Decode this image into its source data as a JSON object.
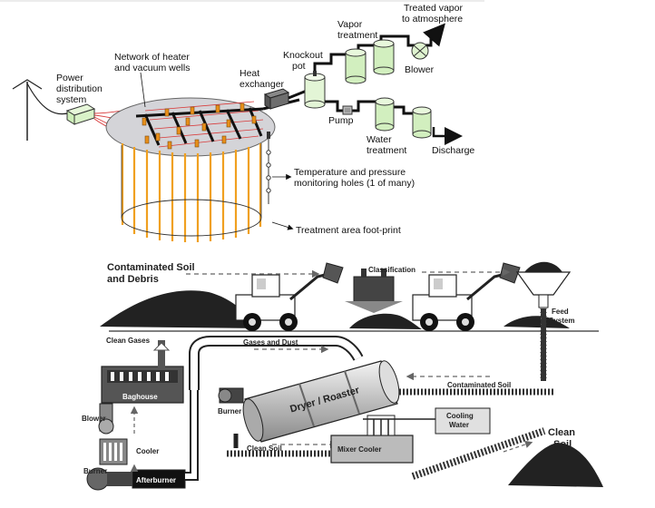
{
  "top_diagram": {
    "labels": {
      "power": [
        "Power",
        "distribution",
        "system"
      ],
      "network": [
        "Network of heater",
        "and vacuum wells"
      ],
      "heat_exchanger": [
        "Heat",
        "exchanger"
      ],
      "knockout": [
        "Knockout",
        "pot"
      ],
      "vapor_treatment": [
        "Vapor",
        "treatment"
      ],
      "treated_vapor": [
        "Treated vapor",
        "to atmosphere"
      ],
      "blower": "Blower",
      "pump": "Pump",
      "water_treatment": [
        "Water",
        "treatment"
      ],
      "discharge": "Discharge",
      "monitoring": [
        "Temperature and pressure",
        "monitoring holes (1 of many)"
      ],
      "footprint": "Treatment area foot-print"
    }
  },
  "bottom_diagram": {
    "labels": {
      "contaminated": [
        "Contaminated Soil",
        "and Debris"
      ],
      "classification": "Classification",
      "feed": [
        "Feed",
        "System"
      ],
      "clean_gases": "Clean Gases",
      "gases_dust": "Gases and Dust",
      "baghouse": "Baghouse",
      "blower": "Blower",
      "cooler": "Cooler",
      "burner1": "Burner",
      "afterburner": "Afterburner",
      "dryer": "Dryer / Roaster",
      "burner2": "Burner",
      "contaminated_soil": "Contaminated Soil",
      "cooling_water": [
        "Cooling",
        "Water"
      ],
      "clean_soil_belt": "Clean Soil",
      "mixer_cooler": "Mixer Cooler",
      "clean_soil_pile": [
        "Clean",
        "Soil"
      ]
    }
  }
}
